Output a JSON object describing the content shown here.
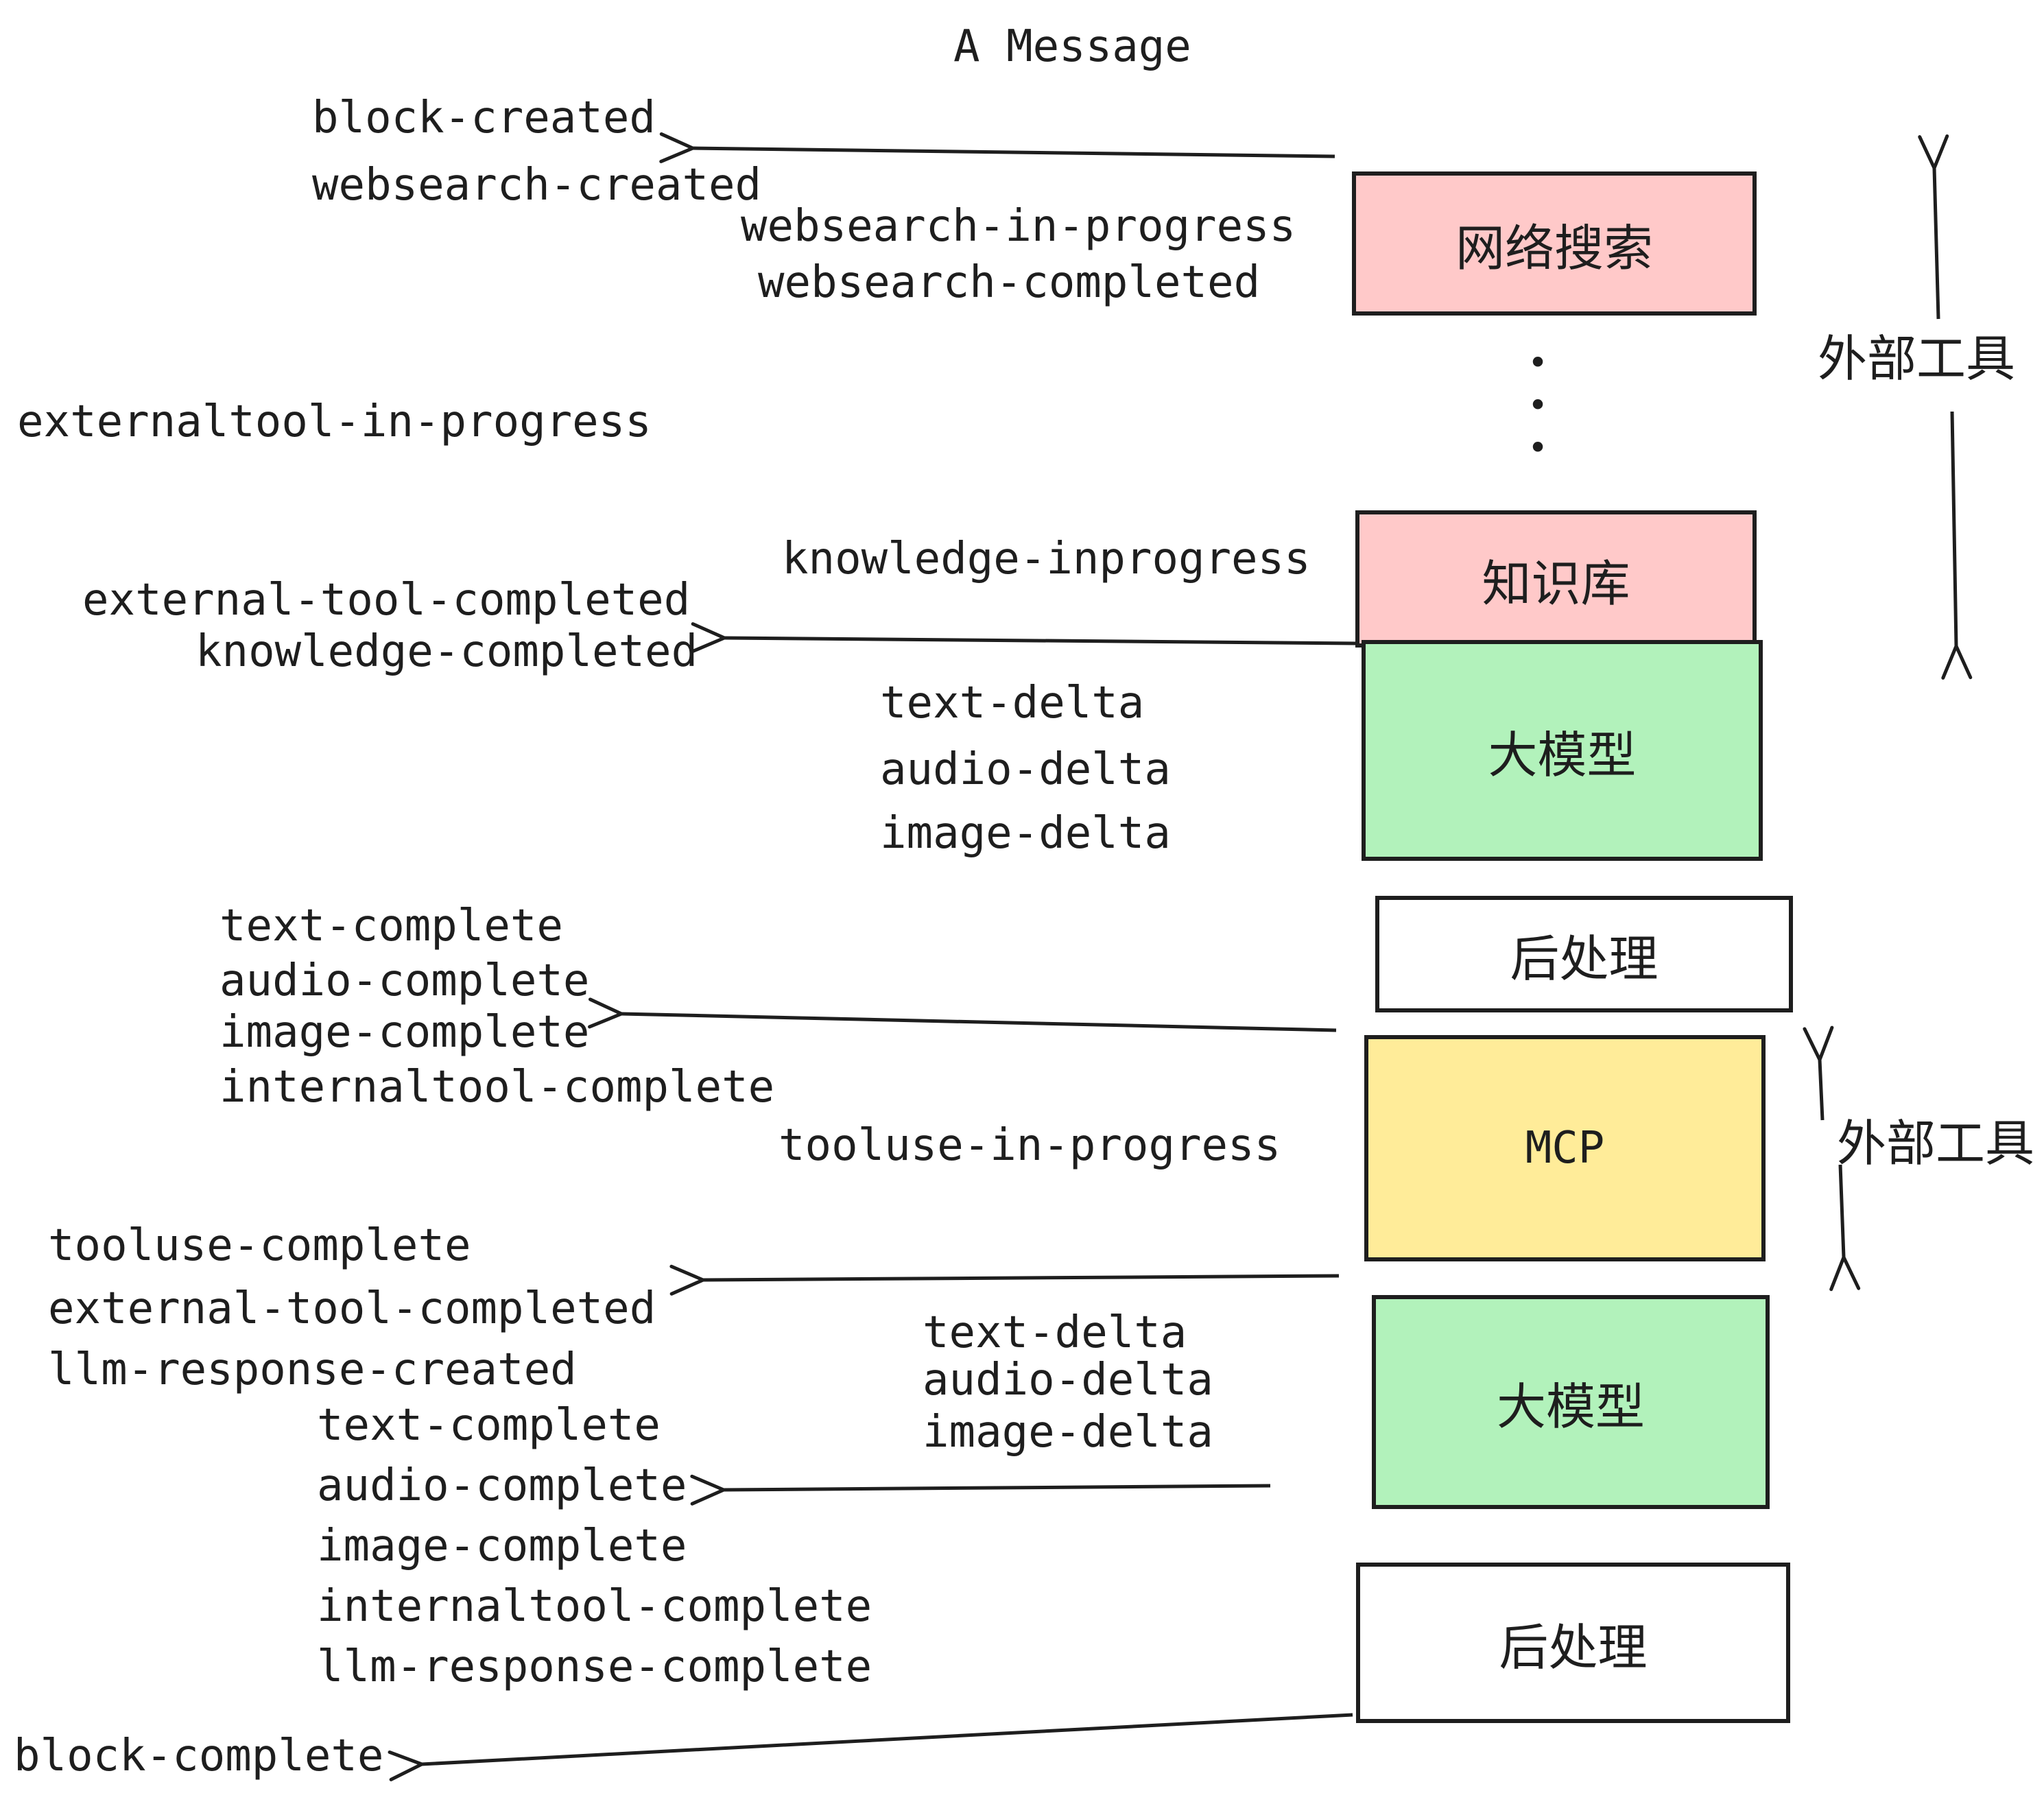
{
  "title": "A Message",
  "events": {
    "block_created": "block-created",
    "websearch_created": "websearch-created",
    "websearch_in_progress": "websearch-in-progress",
    "websearch_completed": "websearch-completed",
    "externaltool_in_progress": "externaltool-in-progress",
    "knowledge_inprogress": "knowledge-inprogress",
    "external_tool_completed": "external-tool-completed",
    "knowledge_completed": "knowledge-completed",
    "text_delta": "text-delta",
    "audio_delta": "audio-delta",
    "image_delta": "image-delta",
    "text_complete": "text-complete",
    "audio_complete": "audio-complete",
    "image_complete": "image-complete",
    "internaltool_complete": "internaltool-complete",
    "tooluse_in_progress": "tooluse-in-progress",
    "tooluse_complete": "tooluse-complete",
    "llm_response_created": "llm-response-created",
    "llm_response_complete": "llm-response-complete",
    "block_complete": "block-complete"
  },
  "boxes": [
    {
      "id": "websearch",
      "label": "网络搜索",
      "color": "#ffc9c9"
    },
    {
      "id": "knowledge",
      "label": "知识库",
      "color": "#ffc9c9"
    },
    {
      "id": "llm-1",
      "label": "大模型",
      "color": "#b2f2bb"
    },
    {
      "id": "post-1",
      "label": "后处理",
      "color": "#ffffff"
    },
    {
      "id": "mcp",
      "label": "MCP",
      "color": "#ffec99"
    },
    {
      "id": "llm-2",
      "label": "大模型",
      "color": "#b2f2bb"
    },
    {
      "id": "post-2",
      "label": "后处理",
      "color": "#ffffff"
    }
  ],
  "annotations": {
    "external_tools_top": "外部工具",
    "external_tools_mid": "外部工具",
    "dots": "•\n•\n•"
  },
  "colors": {
    "stroke": "#1e1e1e",
    "pink": "#ffc9c9",
    "green": "#b2f2bb",
    "yellow": "#ffec99",
    "background": "#ffffff"
  }
}
